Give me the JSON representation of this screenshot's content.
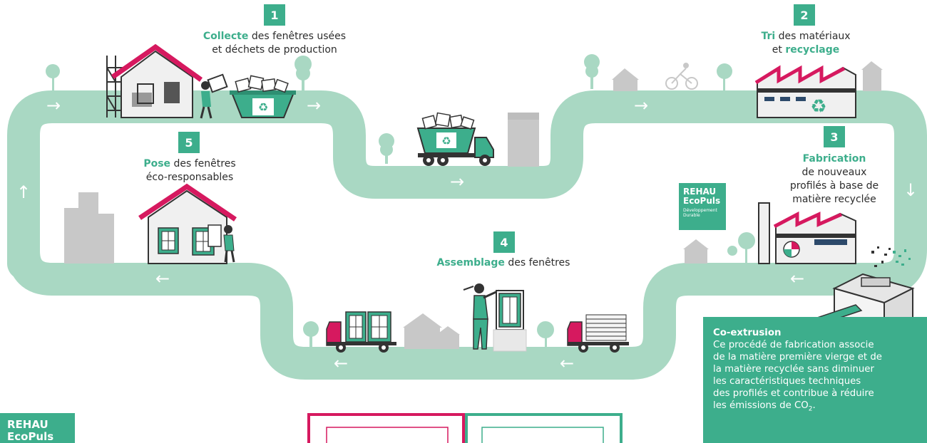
{
  "colors": {
    "path": "#a9d8c3",
    "accent": "#3dae8c",
    "brand": "#d6195f",
    "gray": "#c8c8c8",
    "dark": "#333333"
  },
  "steps": [
    {
      "number": "1",
      "highlight": "Collecte",
      "line1_rest": " des fenêtres usées",
      "line2": "et déchets de production"
    },
    {
      "number": "2",
      "highlight": "Tri",
      "line1_rest": " des matériaux",
      "line2_prefix": "et ",
      "line2_highlight": "recyclage"
    },
    {
      "number": "3",
      "highlight": "Fabrication",
      "line2": "de nouveaux",
      "line3": "profilés à base de",
      "line4": "matière recyclée"
    },
    {
      "number": "4",
      "highlight": "Assemblage",
      "line1_rest": " des fenêtres"
    },
    {
      "number": "5",
      "highlight": "Pose",
      "line1_rest": " des fenêtres",
      "line2": "éco-responsables"
    }
  ],
  "logo": {
    "line1": "REHAU",
    "line2": "EcoPuls",
    "sub1": "Développement",
    "sub2": "Durable"
  },
  "logo_bottom": {
    "line1": "REHAU",
    "line2": "EcoPuls"
  },
  "coextrusion": {
    "title": "Co-extrusion",
    "line1": "Ce procédé de fabrication associe",
    "line2": "de la matière première vierge et de",
    "line3": "la matière recyclée sans diminuer",
    "line4": "les caractéristiques techniques",
    "line5": "des profilés et contribue à réduire",
    "line6": "les émissions de CO",
    "sub": "2",
    "end": "."
  },
  "arrows": {
    "right": "→",
    "left": "←",
    "up": "↑",
    "down": "↓"
  }
}
